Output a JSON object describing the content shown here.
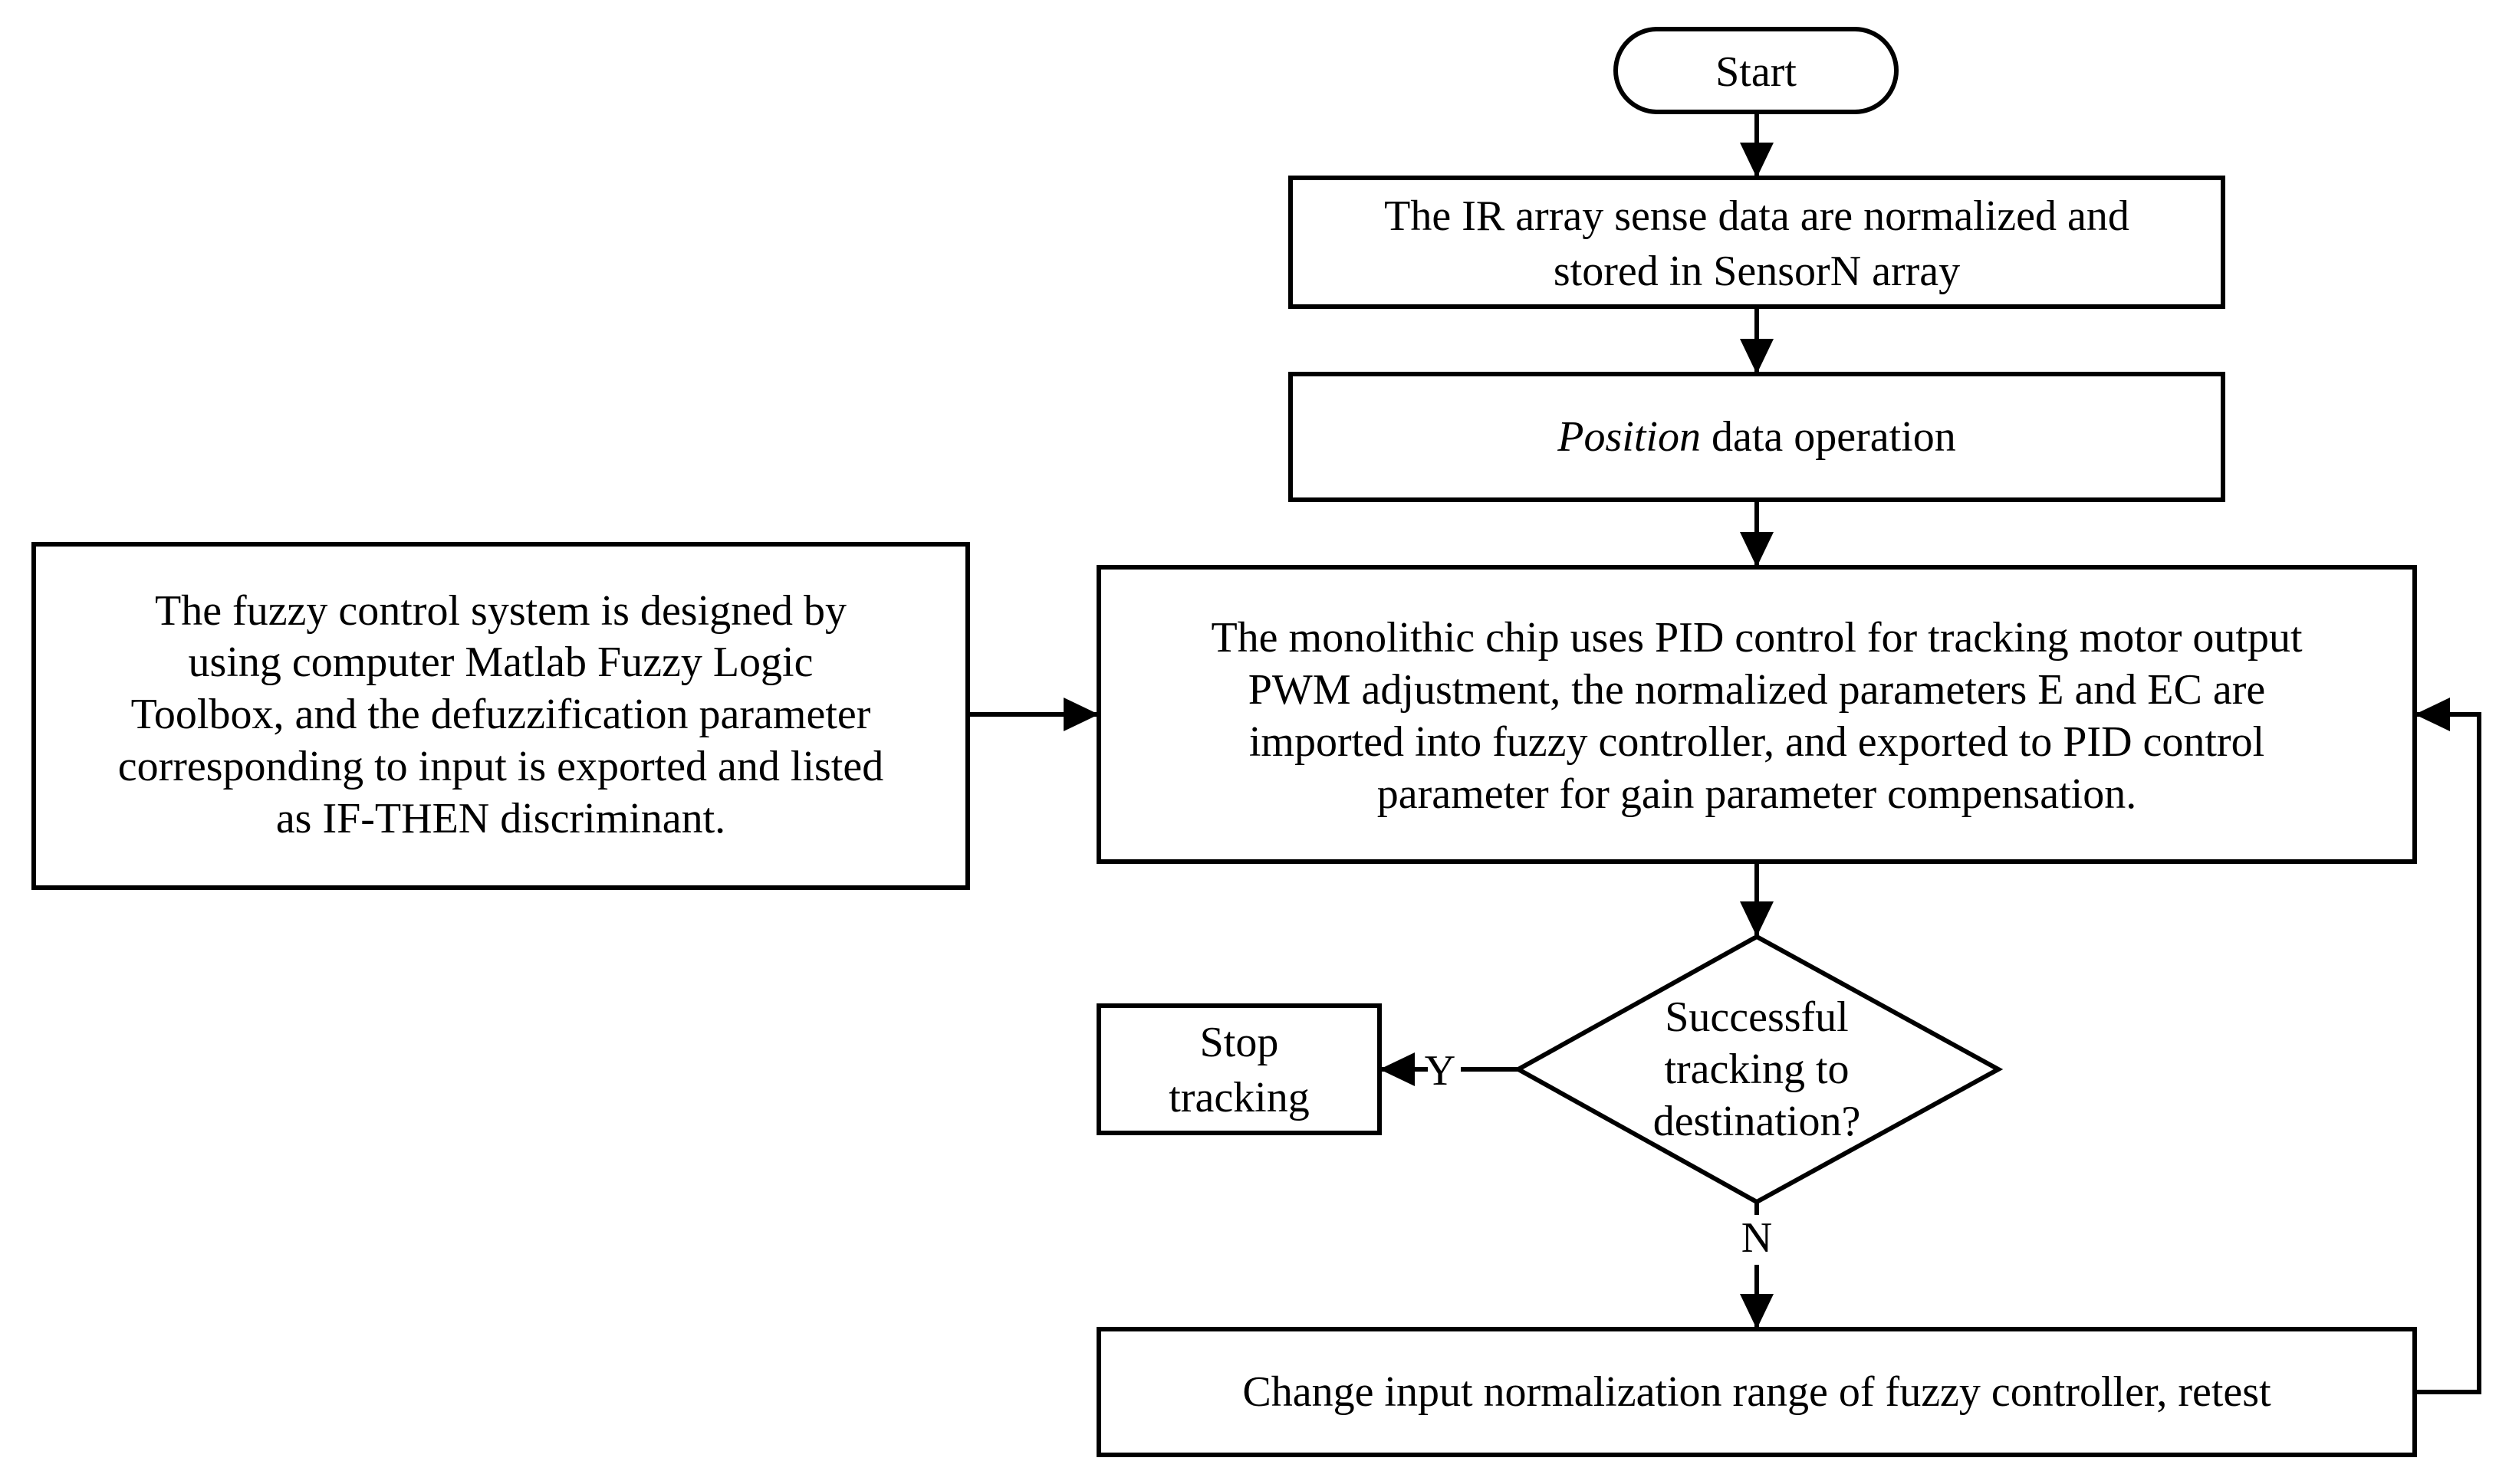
{
  "diagram": {
    "nodes": {
      "start": {
        "label": "Start"
      },
      "normalize": {
        "line1": "The IR array sense data are normalized and",
        "line2": "stored in SensorN array"
      },
      "position": {
        "italic": "Position",
        "rest": " data operation"
      },
      "fuzzy_design": {
        "line1": "The fuzzy control system is designed by",
        "line2": "using computer Matlab Fuzzy Logic",
        "line3": "Toolbox, and the defuzzification parameter",
        "line4": "corresponding to input is exported and listed",
        "line5": "as IF-THEN discriminant."
      },
      "pid_control": {
        "line1": "The monolithic chip uses PID control for tracking motor output",
        "line2": "PWM adjustment, the normalized parameters E and EC are",
        "line3": "imported into fuzzy controller, and exported to PID control",
        "line4": "parameter for gain parameter compensation."
      },
      "decision": {
        "line1": "Successful",
        "line2": "tracking to",
        "line3": "destination?"
      },
      "stop": {
        "line1": "Stop",
        "line2": "tracking"
      },
      "change_range": {
        "label": "Change input normalization range of fuzzy controller, retest"
      }
    },
    "edges": {
      "yes_label": "Y",
      "no_label": "N"
    }
  }
}
